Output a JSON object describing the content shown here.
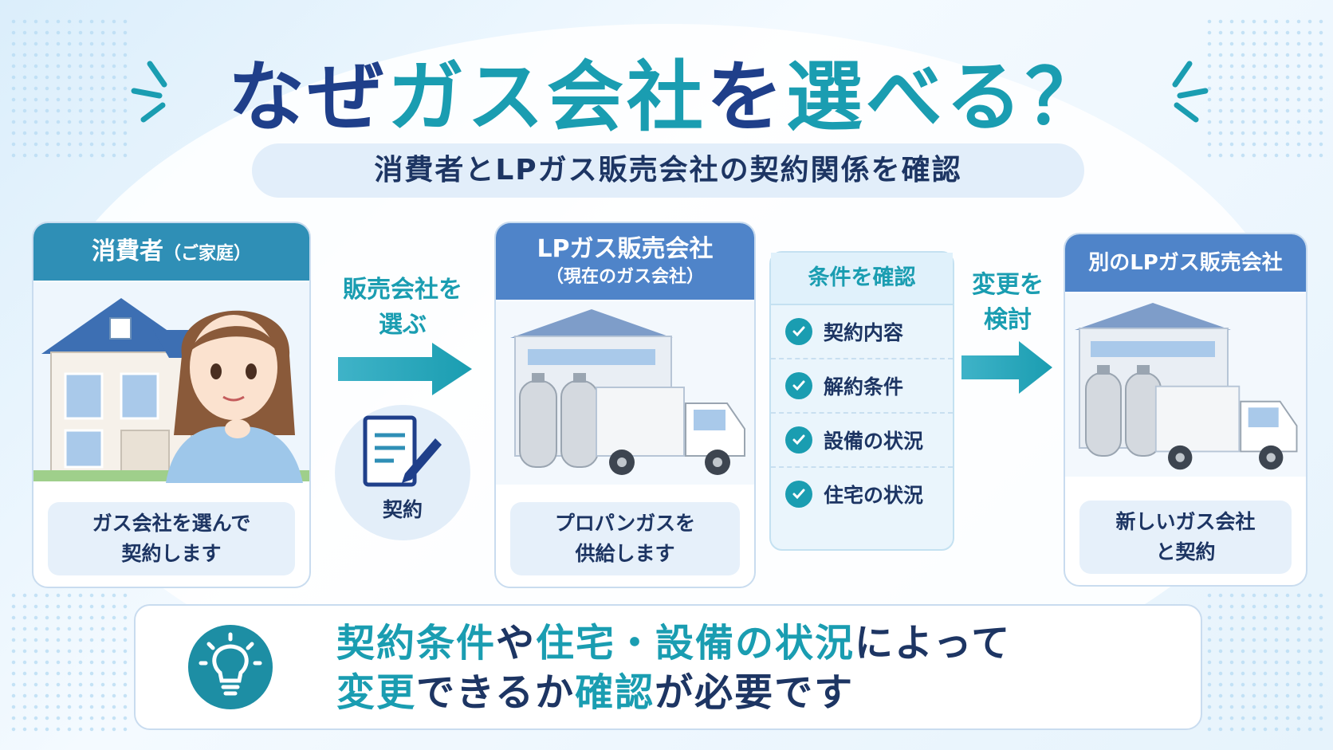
{
  "title": {
    "part1": "なぜ",
    "part2": "ガス会社",
    "part3": "を",
    "part4": "選べる？"
  },
  "subtitle": "消費者とLPガス販売会社の契約関係を確認",
  "consumer": {
    "header": "消費者",
    "header_small": "（ご家庭）",
    "footer_line1": "ガス会社を選んで",
    "footer_line2": "契約します"
  },
  "flow1": {
    "line1": "販売会社を",
    "line2": "選ぶ"
  },
  "contract_label": "契約",
  "current_company": {
    "header_line1": "LPガス販売会社",
    "header_line2": "（現在のガス会社）",
    "footer_line1": "プロパンガスを",
    "footer_line2": "供給します"
  },
  "conditions": {
    "header": "条件を確認",
    "items": [
      "契約内容",
      "解約条件",
      "設備の状況",
      "住宅の状況"
    ]
  },
  "flow2": {
    "line1": "変更を",
    "line2": "検討"
  },
  "other_company": {
    "header": "別のLPガス販売会社",
    "footer_line1": "新しいガス会社",
    "footer_line2": "と契約"
  },
  "bottom": {
    "line1_hl1": "契約条件",
    "line1_mid": "や",
    "line1_hl2": "住宅・設備の状況",
    "line1_end": "によって",
    "line2_hl1": "変更",
    "line2_mid": "できるか",
    "line2_hl2": "確認",
    "line2_end": "が必要です"
  },
  "colors": {
    "navy": "#1f3f8a",
    "teal": "#1a9db1",
    "header_teal": "#2f8fb6",
    "header_blue": "#4f84c9"
  },
  "icons": [
    "house-icon",
    "woman-icon",
    "document-pen-icon",
    "gas-tank-icon",
    "truck-icon",
    "check-icon",
    "arrow-right-icon",
    "lightbulb-icon",
    "sparkle-icon"
  ]
}
